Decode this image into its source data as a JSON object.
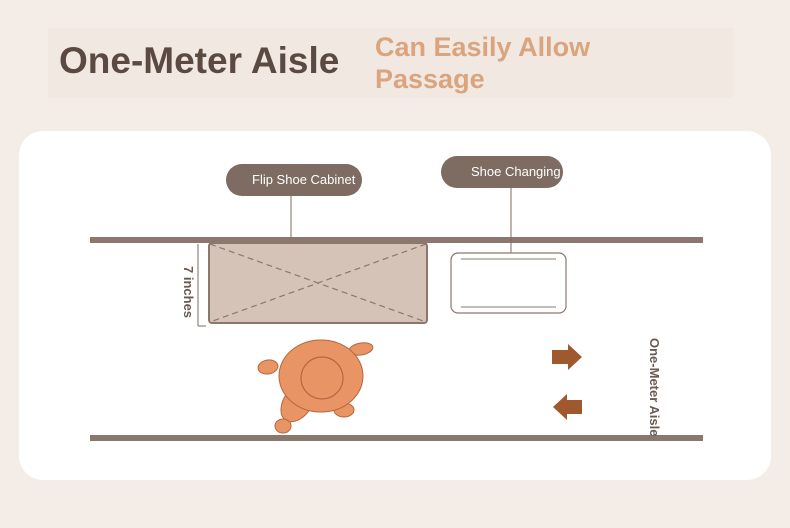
{
  "header": {
    "title": "One-Meter Aisle",
    "subtitle": "Can Easily Allow Passage"
  },
  "labels": {
    "cabinet": "Flip Shoe Cabinet",
    "changing": "Shoe Changing",
    "depth": "7 inches",
    "aisle": "One-Meter Aisle"
  },
  "colors": {
    "background": "#f4ece6",
    "title": "#5b4a41",
    "accent": "#d9a47e",
    "wall": "#8a786e",
    "cabinet_fill": "#d6c3b8",
    "person": "#e89464",
    "arrow": "#a0582e"
  },
  "icons": {
    "arrow_right": "arrow-right-icon",
    "arrow_left": "arrow-left-icon",
    "person": "person-walking-icon"
  }
}
